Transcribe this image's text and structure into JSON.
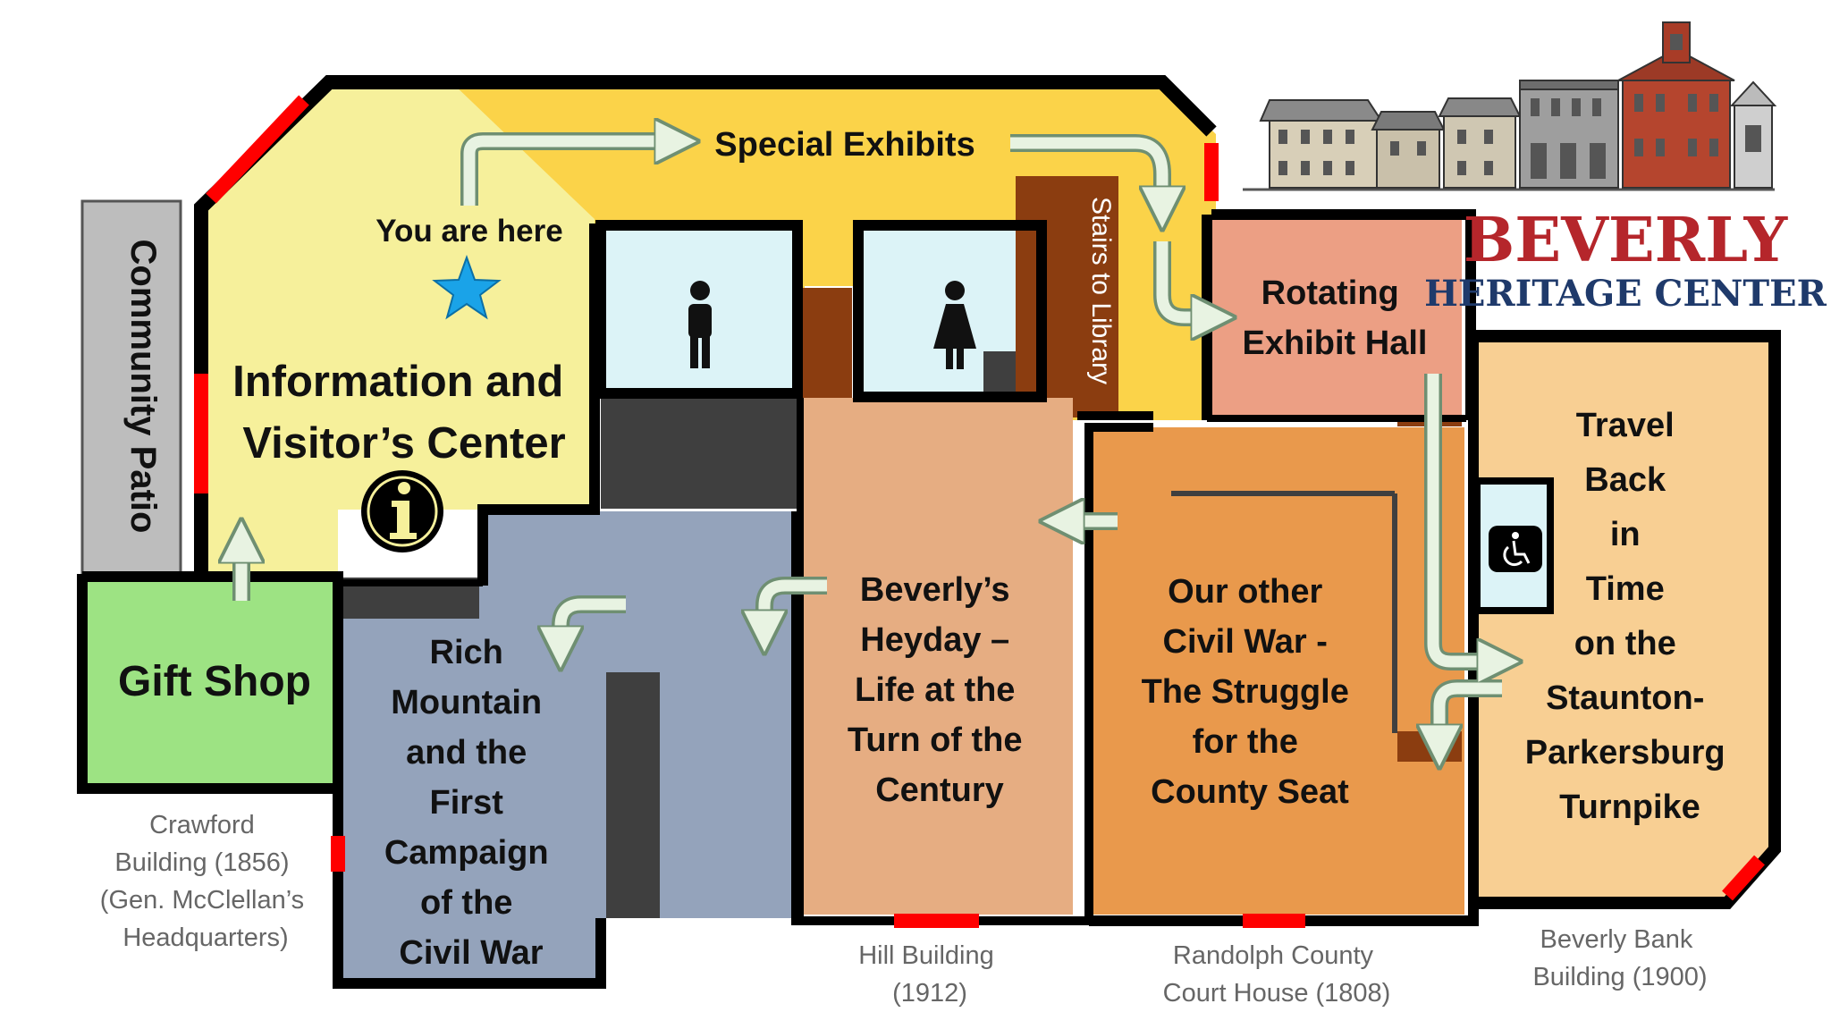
{
  "map": {
    "rooms": {
      "special_exhibits": "Special Exhibits",
      "you_are_here": "You are here",
      "visitor_center": [
        "Information and",
        "Visitor’s Center"
      ],
      "community_patio": "Community Patio",
      "gift_shop": "Gift Shop",
      "stairs": "Stairs to Library",
      "rotating_hall": [
        "Rotating",
        "Exhibit Hall"
      ],
      "rich_mountain": [
        "Rich",
        "Mountain",
        "and the",
        "First",
        "Campaign",
        "of the",
        "Civil War"
      ],
      "heyday": [
        "Beverly’s",
        "Heyday –",
        "Life at the",
        "Turn of the",
        "Century"
      ],
      "civil_war": [
        "Our other",
        "Civil War -",
        "The Struggle",
        "for the",
        "County Seat"
      ],
      "travel_back": [
        "Travel",
        "Back",
        "in",
        "Time",
        "on the",
        "Staunton-",
        "Parkersburg",
        "Turnpike"
      ]
    },
    "buildings": {
      "crawford": [
        "Crawford",
        "Building (1856)",
        "(Gen. McClellan’s",
        "Headquarters)"
      ],
      "hill": [
        "Hill Building",
        "(1912)"
      ],
      "courthouse": [
        "Randolph County",
        "Court House (1808)"
      ],
      "bank": [
        "Beverly Bank",
        "Building (1900)"
      ]
    },
    "logo": {
      "line1": "BEVERLY",
      "line2": "HERITAGE CENTER"
    },
    "icons": [
      "star-icon",
      "info-icon",
      "mens-restroom-icon",
      "womens-restroom-icon",
      "wheelchair-icon",
      "route-arrow-icon"
    ],
    "colors": {
      "special_exhibits": "#fbd349",
      "visitor_center": "#f6f09b",
      "patio": "#bdbdbd",
      "gift_shop": "#9de383",
      "restrooms": "#dcf3f7",
      "rich_mountain": "#94a3bb",
      "heyday": "#e6ad82",
      "civil_war": "#e9994c",
      "rotating_hall": "#ec9f84",
      "travel_back": "#f8cf93",
      "stairs": "#8b3d10",
      "door": "#ff0000",
      "wall": "#000000",
      "arrow": "#e8f3e2"
    }
  }
}
